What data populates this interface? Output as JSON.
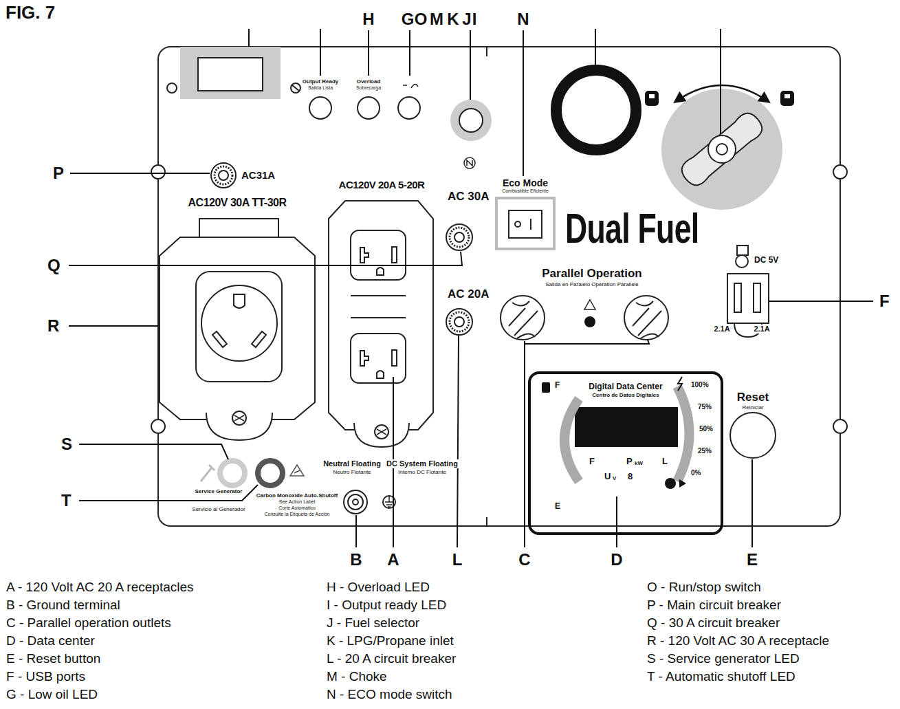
{
  "diagram": {
    "title": "FIG. 7",
    "nodes": [
      {
        "text": [
          "AC120V 30A TT-30R"
        ]
      },
      {
        "text": [
          "AC120V 20A 5-20R"
        ]
      },
      {
        "text": [
          "Eco Mode",
          "Combustible Eficiente"
        ]
      },
      {
        "text": [
          "Digital Data Center",
          "Centro de Datos Digitales"
        ]
      }
    ],
    "labels": [
      "H",
      "G",
      "O",
      "M",
      "K",
      "J",
      "I",
      "N",
      "P",
      "Q",
      "R",
      "S",
      "T",
      "F",
      "B",
      "A",
      "L",
      "C",
      "D",
      "E",
      "Output Ready",
      "Salida Lista",
      "Overload",
      "Sobrecarga",
      "AC31A",
      "AC 30A",
      "AC 20A",
      "Dual Fuel",
      "Parallel Operation",
      "Salida en Paralelo Operation Parallele",
      "DC 5V",
      "2.1A",
      "2.1A",
      "F",
      "E",
      "100%",
      "75%",
      "50%",
      "25%",
      "0%",
      "F",
      "P",
      "kW",
      "L",
      "U",
      "V",
      "8",
      "Reset",
      "Reiniciar",
      "Neutral Floating",
      "Neutro Flotante",
      "DC System Floating",
      "Interno DC Flotante",
      "Service Generator",
      "Servicio al Generador",
      "Carbon Monoxide Auto-Shutoff",
      "See Action Label",
      "Corte Automático",
      "Consulte la Etiqueta de Acción",
      "A - 120 Volt AC 20 A receptacles",
      "B - Ground terminal",
      "C - Parallel operation outlets",
      "D - Data center",
      "E - Reset button",
      "F - USB ports",
      "G - Low oil LED",
      "H - Overload LED",
      "I - Output ready LED",
      "J - Fuel selector",
      "K - LPG/Propane inlet",
      "L - 20 A circuit breaker",
      "M - Choke",
      "N - ECO mode switch",
      "O - Run/stop switch",
      "P - Main circuit breaker",
      "Q - 30 A circuit breaker",
      "R - 120 Volt AC 30 A receptacle",
      "S - Service generator LED",
      "T - Automatic shutoff LED"
    ]
  }
}
